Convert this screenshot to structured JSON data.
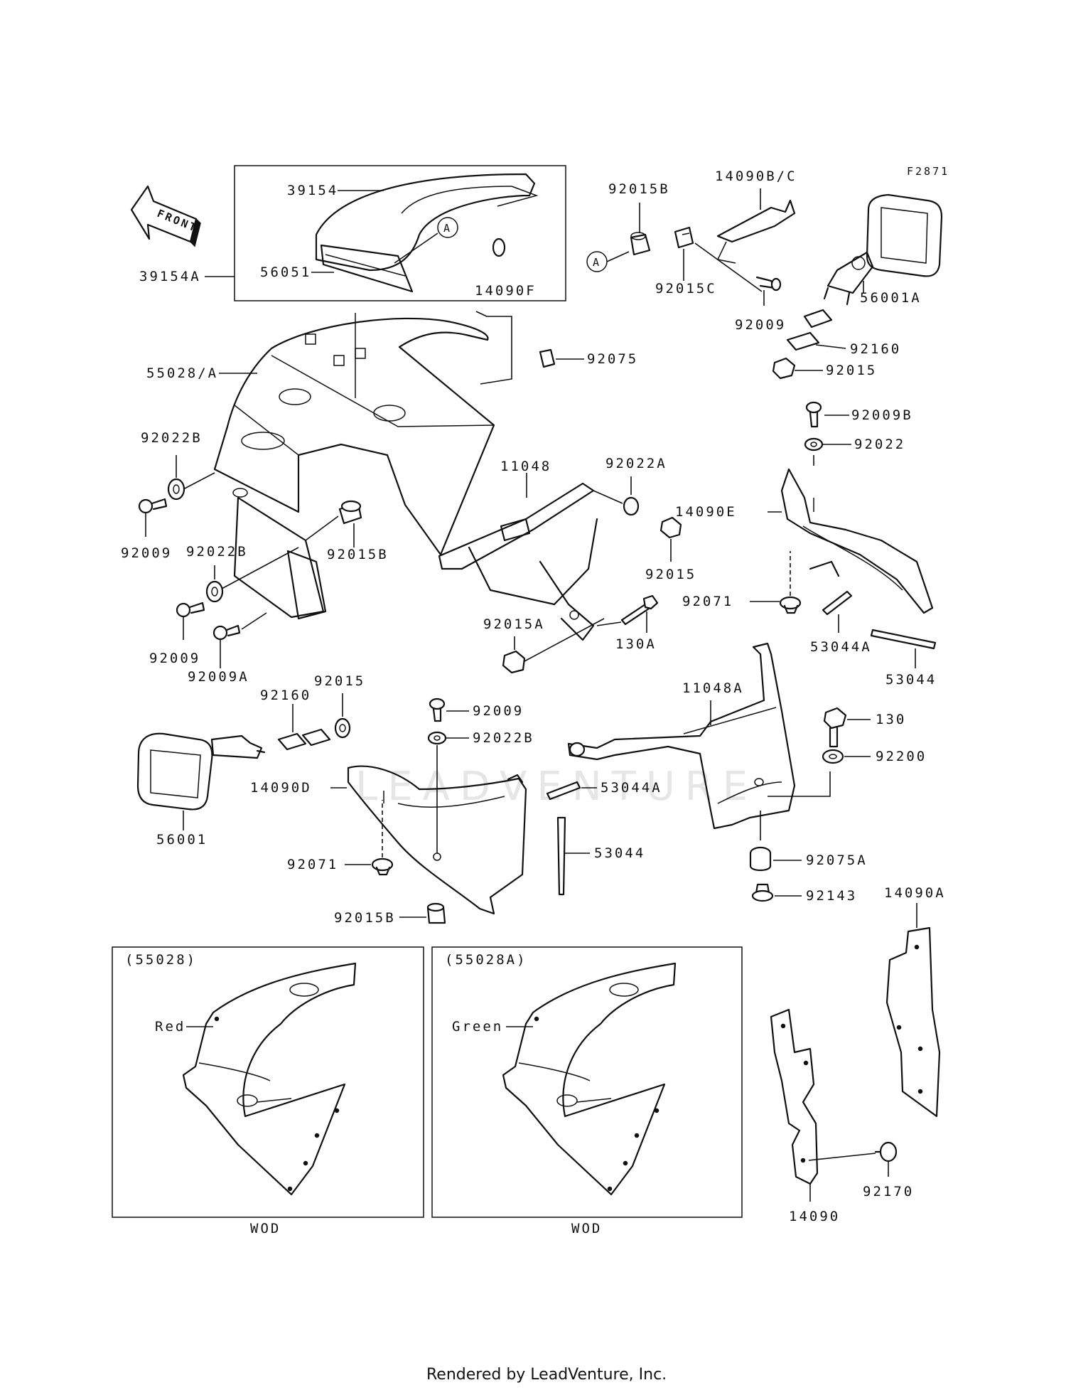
{
  "figure_code": "F2871",
  "front_arrow_label": "FRONT",
  "watermark": "LEADVENTURE",
  "footer": "Rendered by LeadVenture, Inc.",
  "callout_marker": "A",
  "parts": {
    "p39154": "39154",
    "p39154A": "39154A",
    "p56051": "56051",
    "p14090F": "14090F",
    "p92015B_top": "92015B",
    "p14090BC": "14090B/C",
    "p92015C": "92015C",
    "p92009_top": "92009",
    "p56001A": "56001A",
    "p92160_r": "92160",
    "p92015_r": "92015",
    "p92075": "92075",
    "p55028A": "55028/A",
    "p92022B_l": "92022B",
    "p92009_l": "92009",
    "p92022B_l2": "92022B",
    "p92015B_l": "92015B",
    "p92009_l2": "92009",
    "p92009A": "92009A",
    "p11048": "11048",
    "p92022A": "92022A",
    "p92015_mid": "92015",
    "p92015A": "92015A",
    "p130A": "130A",
    "p92009B": "92009B",
    "p92022": "92022",
    "p14090E": "14090E",
    "p92071_r": "92071",
    "p53044A_r": "53044A",
    "p53044_r": "53044",
    "p92160_l": "92160",
    "p92015_l": "92015",
    "p56001": "56001",
    "p92009_c": "92009",
    "p92022B_c": "92022B",
    "p14090D": "14090D",
    "p53044A_c": "53044A",
    "p53044_c": "53044",
    "p92071_c": "92071",
    "p92015B_c": "92015B",
    "p11048A": "11048A",
    "p130": "130",
    "p92200": "92200",
    "p92075A": "92075A",
    "p92143": "92143",
    "p14090A": "14090A",
    "p14090": "14090",
    "p92170": "92170"
  },
  "insets": [
    {
      "title": "(55028)",
      "color_label": "Red",
      "caption": "WOD"
    },
    {
      "title": "(55028A)",
      "color_label": "Green",
      "caption": "WOD"
    }
  ]
}
